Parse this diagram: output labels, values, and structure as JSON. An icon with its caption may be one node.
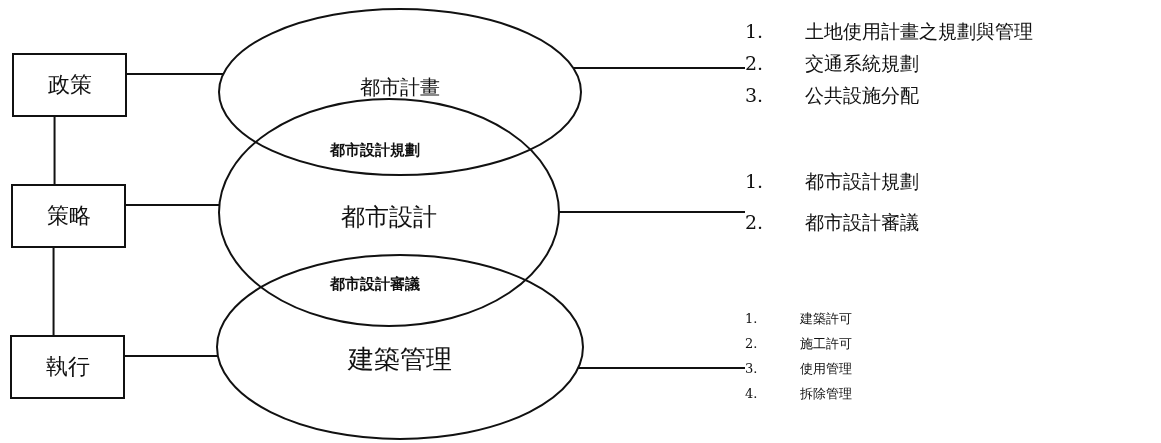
{
  "diagram": {
    "nodes": [
      {
        "text": [
          "政策"
        ]
      },
      {
        "text": [
          "策略"
        ]
      },
      {
        "text": [
          "執行"
        ]
      },
      {
        "text": [
          "都市計畫"
        ]
      },
      {
        "text": [
          "都市設計"
        ]
      },
      {
        "text": [
          "建築管理"
        ]
      },
      {
        "text": [
          "1. 土地使用計畫之規劃與管理",
          "2. 交通系統規劃",
          "3. 公共設施分配"
        ]
      },
      {
        "text": [
          "1. 都市設計規劃",
          "2. 都市設計審議"
        ]
      },
      {
        "text": [
          "1. 建築許可",
          "2. 施工許可",
          "3. 使用管理",
          "4. 拆除管理"
        ]
      }
    ],
    "edges": [
      {
        "from": 0,
        "to": 3,
        "arrow": "none"
      },
      {
        "from": 1,
        "to": 4,
        "arrow": "none"
      },
      {
        "from": 2,
        "to": 5,
        "arrow": "none"
      },
      {
        "from": 0,
        "to": 1,
        "arrow": "none"
      },
      {
        "from": 1,
        "to": 2,
        "arrow": "none"
      },
      {
        "from": 3,
        "to": 6,
        "arrow": "none"
      },
      {
        "from": 4,
        "to": 7,
        "arrow": "none"
      },
      {
        "from": 5,
        "to": 8,
        "arrow": "none"
      }
    ],
    "labels": [
      "都市設計規劃",
      "都市設計審議"
    ]
  }
}
